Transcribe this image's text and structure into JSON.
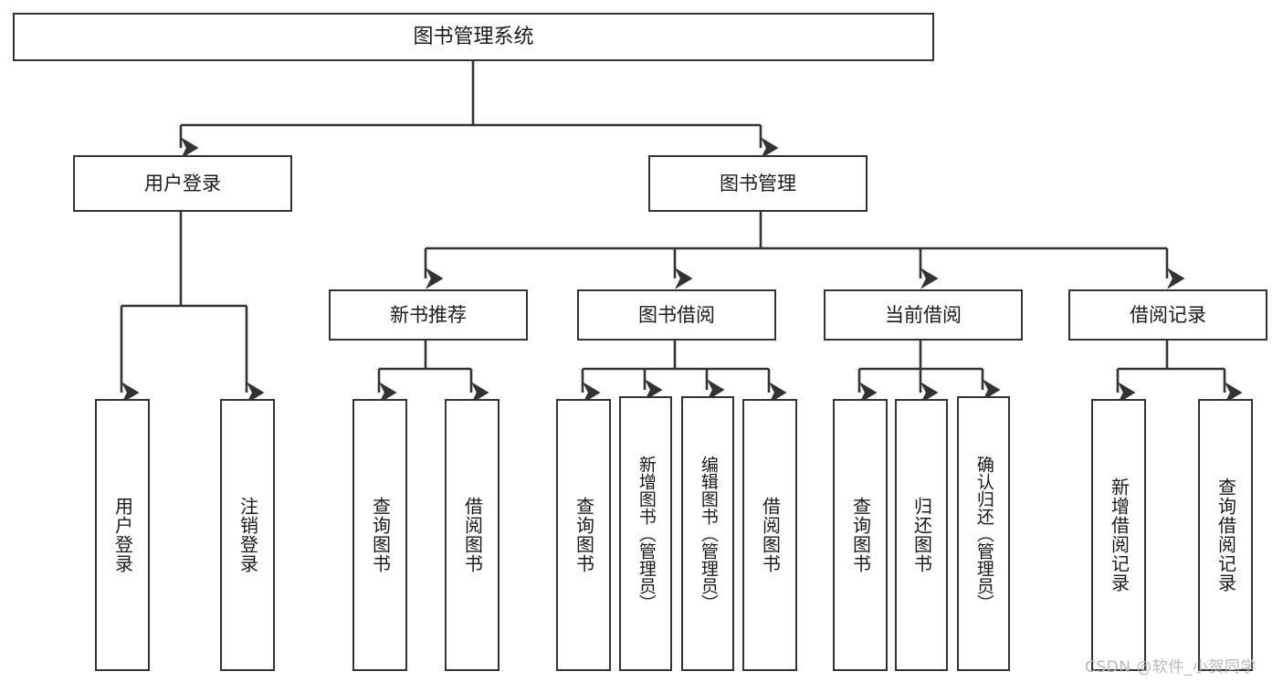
{
  "diagram": {
    "title": "图书管理系统",
    "type": "功能结构图",
    "stroke_color": "#333333",
    "text_color": "#1a1a1a",
    "background_color": "#ffffff",
    "watermark": "CSDN @软件_小贺同学",
    "watermark_color": "#b9b9b9"
  },
  "nodes": {
    "root": {
      "label": "图书管理系统"
    },
    "level2": [
      {
        "label": "用户登录"
      },
      {
        "label": "图书管理"
      }
    ],
    "level3": [
      {
        "label": "新书推荐"
      },
      {
        "label": "图书借阅"
      },
      {
        "label": "当前借阅"
      },
      {
        "label": "借阅记录"
      }
    ],
    "leaves": {
      "user_login": [
        {
          "label": "用户登录"
        },
        {
          "label": "注销登录"
        }
      ],
      "new_book_recommend": [
        {
          "label": "查询图书"
        },
        {
          "label": "借阅图书"
        }
      ],
      "book_borrow": [
        {
          "label": "查询图书"
        },
        {
          "label": "新增图书（管理员）"
        },
        {
          "label": "编辑图书（管理员）"
        },
        {
          "label": "借阅图书"
        }
      ],
      "current_borrow": [
        {
          "label": "查询图书"
        },
        {
          "label": "归还图书"
        },
        {
          "label": "确认归还（管理员）"
        }
      ],
      "borrow_record": [
        {
          "label": "新增借阅记录"
        },
        {
          "label": "查询借阅记录"
        }
      ]
    }
  },
  "chart_data": {
    "type": "tree",
    "title": "图书管理系统",
    "hierarchy": [
      {
        "label": "图书管理系统",
        "children": [
          {
            "label": "用户登录",
            "children": [
              {
                "label": "用户登录"
              },
              {
                "label": "注销登录"
              }
            ]
          },
          {
            "label": "图书管理",
            "children": [
              {
                "label": "新书推荐",
                "children": [
                  {
                    "label": "查询图书"
                  },
                  {
                    "label": "借阅图书"
                  }
                ]
              },
              {
                "label": "图书借阅",
                "children": [
                  {
                    "label": "查询图书"
                  },
                  {
                    "label": "新增图书（管理员）"
                  },
                  {
                    "label": "编辑图书（管理员）"
                  },
                  {
                    "label": "借阅图书"
                  }
                ]
              },
              {
                "label": "当前借阅",
                "children": [
                  {
                    "label": "查询图书"
                  },
                  {
                    "label": "归还图书"
                  },
                  {
                    "label": "确认归还（管理员）"
                  }
                ]
              },
              {
                "label": "借阅记录",
                "children": [
                  {
                    "label": "新增借阅记录"
                  },
                  {
                    "label": "查询借阅记录"
                  }
                ]
              }
            ]
          }
        ]
      }
    ]
  }
}
